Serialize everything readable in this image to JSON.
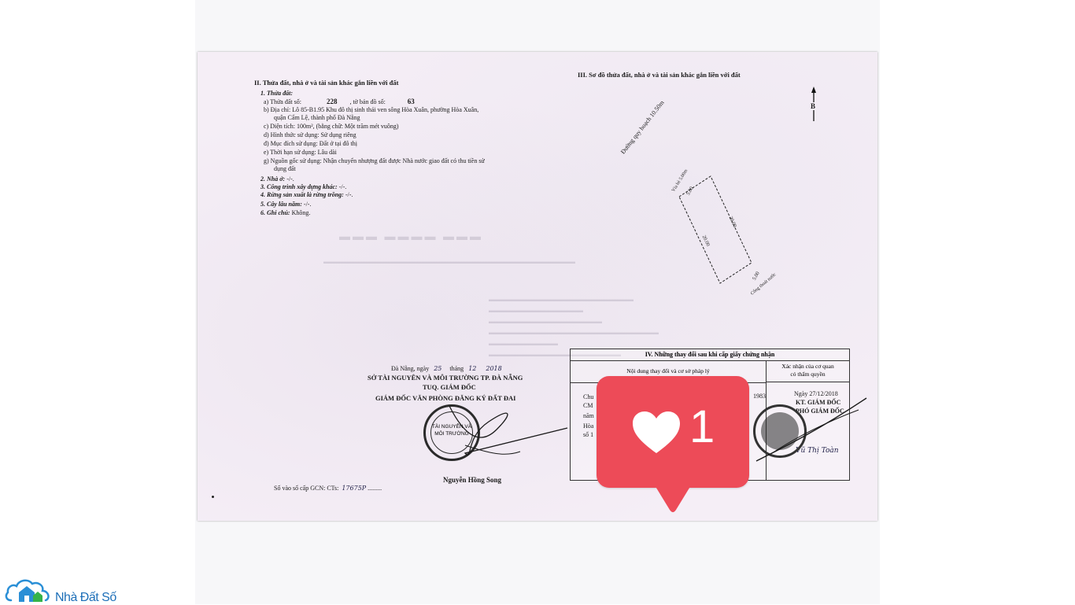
{
  "doc": {
    "section2": {
      "title": "II. Thửa đất, nhà ở và tài sản khác gắn liền với đất",
      "sub1": "1. Thửa đất:",
      "a_label": "a) Thửa đất số:",
      "a_value": "228",
      "a_mid": ", tờ bản đồ số:",
      "a_value2": "63",
      "b_line1": "b) Địa chỉ:  Lô 85-B1.95 Khu đô thị sinh thái ven sông Hòa Xuân, phường Hòa Xuân,",
      "b_line2": "quận Cẩm Lệ, thành phố Đà Nẵng",
      "c_line": "c) Diện tích:           100m², (bằng chữ: Một trăm mét vuông)",
      "d_line": "d) Hình thức sử dụng:   Sử dụng riêng",
      "dd_line": "đ) Mục đích sử dụng:   Đất ở tại đô thị",
      "e_line": "e) Thời hạn sử dụng:   Lâu dài",
      "g_line1": "g) Nguồn gốc sử dụng:  Nhận chuyển nhượng đất được Nhà nước giao đất có thu tiền sử",
      "g_line2": "dụng đất",
      "item2": "2. Nhà ở:",
      "item2_val": " -/-.",
      "item3": "3. Công trình xây dựng khác:",
      "item3_val": " -/-.",
      "item4": "4. Rừng sản xuất là rừng trồng:",
      "item4_val": " -/-.",
      "item5": "5. Cây lâu năm:",
      "item5_val": " -/-.",
      "item6": "6. Ghi chú:",
      "item6_val": " Không."
    },
    "section3": {
      "title": "III. Sơ đồ thửa đất, nhà ở và tài sản khác gắn liền với đất",
      "north": "B",
      "road": "Đường quy hoạch 10.50m",
      "sidewalk": "Vỉa hè 5.00m",
      "dim_top": "5.00",
      "dim_right": "20.00",
      "dim_left": "20.00",
      "dim_bottom": "5.00",
      "drain": "Cống thoát nước"
    },
    "signing": {
      "date_prefix": "Đà Nẵng, ngày",
      "day": "25",
      "month_label": "tháng",
      "month": "12",
      "year": "2018",
      "org": "SỞ TÀI NGUYÊN VÀ MÔI TRƯỜNG TP. ĐÀ NẴNG",
      "tuq": "TUQ. GIÁM ĐỐC",
      "role": "GIÁM ĐỐC VĂN PHÒNG ĐĂNG KÝ ĐẤT ĐAI",
      "signer": "Nguyễn Hồng Song",
      "stamp_line1": "TÀI NGUYÊN VÀ",
      "stamp_line2": "MÔI TRƯỜNG",
      "register_label": "Số vào sổ cấp GCN: CTs:",
      "register_value": "17675P"
    },
    "section4": {
      "title": "IV. Những thay đổi sau khi cấp giấy chứng nhận",
      "col1": "Nội dung thay đổi và cơ sở pháp lý",
      "col2_line1": "Xác nhận của cơ quan",
      "col2_line2": "có thẩm quyền",
      "partial_left": [
        "Chu",
        "CM",
        "năm",
        "Hòa",
        "số 1"
      ],
      "partial_year": "1983",
      "confirm_date": "Ngày 27/12/2018",
      "confirm_role1": "KT. GIÁM ĐỐC",
      "confirm_role2": "PHÓ GIÁM ĐỐC",
      "confirm_signer": "Vũ Thị Toàn"
    }
  },
  "overlay": {
    "like_count": "1",
    "badge_color": "#ed4b58"
  },
  "logo": {
    "text": "Nhà Đất Số",
    "icon": "cloud-house-icon",
    "color": "#1d6fb8"
  }
}
